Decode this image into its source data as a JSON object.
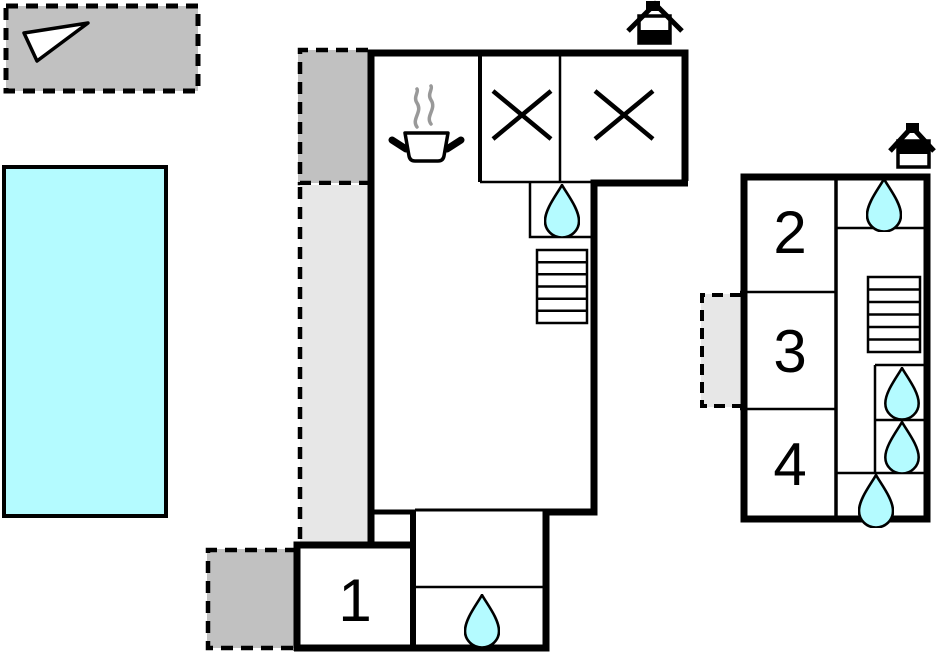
{
  "document": {
    "kind": "holiday-home-floor-plan"
  },
  "colors": {
    "water": "#b4fbff",
    "terrace-dark": "#c1c1c1",
    "terrace-light": "#e7e7e7",
    "wall": "#000000",
    "steam": "#999999",
    "paper": "#ffffff"
  },
  "rooms": {
    "room1": "1",
    "room2": "2",
    "room3": "3",
    "room4": "4"
  },
  "icons": {
    "north_arrow": "north-arrow-icon",
    "pool": "swimming-pool",
    "stove": "stove-pot-icon",
    "crossed_room": "crossed-room-x-icon",
    "water_drop": "water-drop-icon",
    "stairs": "stairs-icon",
    "house_ground_floor": "house-ground-floor-icon",
    "house_upper_floor": "house-upper-floor-icon",
    "terrace": "terrace-area"
  }
}
